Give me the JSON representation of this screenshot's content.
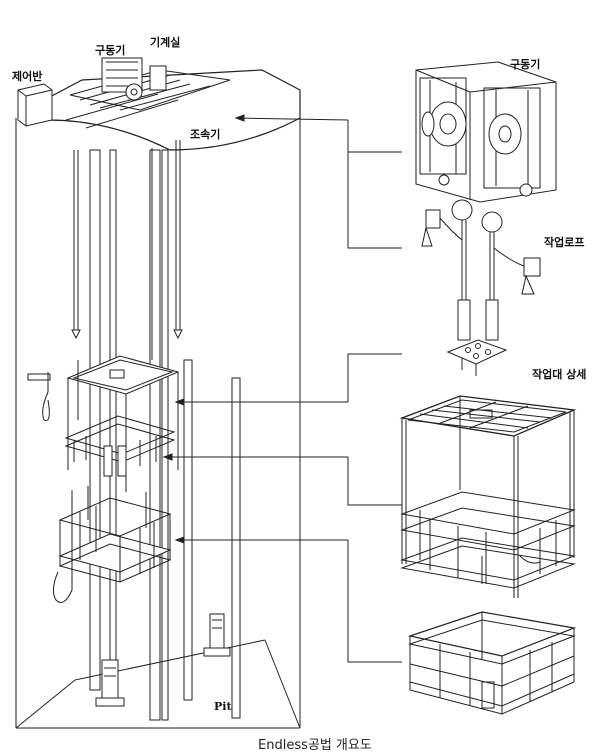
{
  "labels": {
    "drive_top": "구동기",
    "machine_room": "기계실",
    "control_panel": "제어반",
    "speed_governor": "조속기",
    "drive_detail": "구동기",
    "work_rope": "작업로프",
    "work_platform_detail": "작업대 상세",
    "pit": "Pit"
  },
  "caption": "Endless공법 개요도"
}
